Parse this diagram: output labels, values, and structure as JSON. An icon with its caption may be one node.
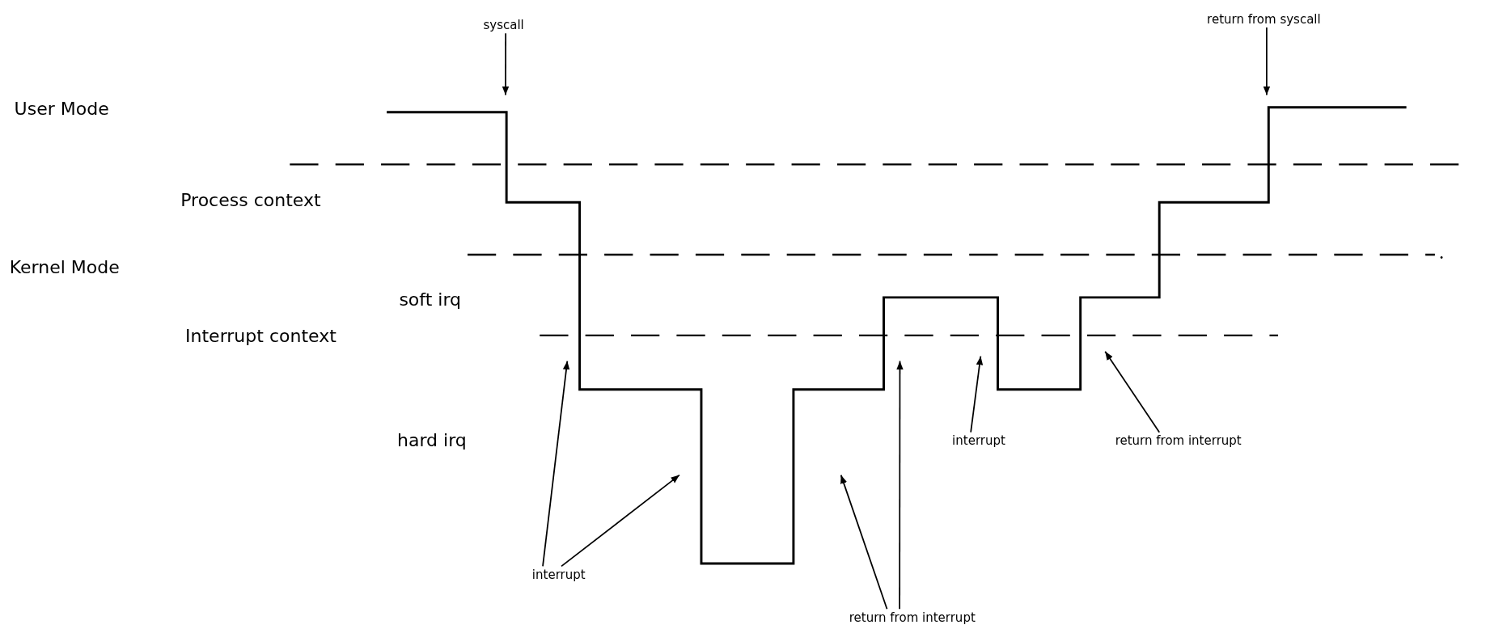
{
  "diagram": {
    "nodes": [
      {
        "text": [
          "syscall"
        ]
      },
      {
        "text": [
          "return from syscall"
        ]
      },
      {
        "text": [
          "interrupt"
        ]
      },
      {
        "text": [
          "return from interrupt"
        ]
      },
      {
        "text": [
          "interrupt"
        ]
      },
      {
        "text": [
          "return from interrupt"
        ]
      }
    ],
    "edges": [
      {
        "from": 0,
        "to": null,
        "arrow": "to"
      },
      {
        "from": 1,
        "to": null,
        "arrow": "to"
      },
      {
        "from": 2,
        "to": null,
        "arrow": "to"
      },
      {
        "from": 3,
        "to": null,
        "arrow": "to"
      },
      {
        "from": 4,
        "to": null,
        "arrow": "to"
      },
      {
        "from": 4,
        "to": null,
        "arrow": "to"
      },
      {
        "from": 5,
        "to": null,
        "arrow": "to"
      },
      {
        "from": 5,
        "to": null,
        "arrow": "to"
      }
    ],
    "labels": [
      "User Mode",
      "Process context",
      "Kernel Mode",
      "soft irq",
      "Interrupt context",
      "hard irq"
    ]
  }
}
